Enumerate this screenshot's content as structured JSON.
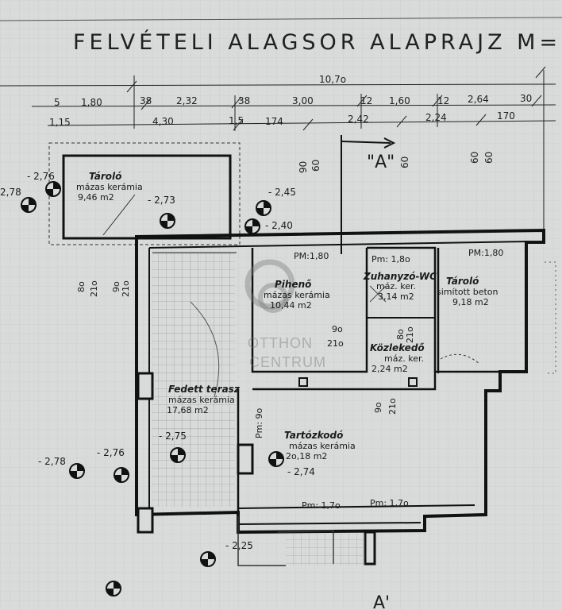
{
  "title": "FELVÉTELI  ALAGSOR  ALAPRAJZ  M=",
  "overall_dimension": "10,7o",
  "top_dimensions": [
    "5",
    "1,80",
    "38",
    "2,32",
    "38",
    "3,00",
    "12",
    "1,60",
    "12",
    "2,64",
    "30"
  ],
  "second_dimensions": [
    "1,15",
    "4,30",
    "1,5",
    "174",
    "2,42",
    "2,24",
    "170"
  ],
  "vertical_dims": [
    "90",
    "60",
    "60",
    "60",
    "60"
  ],
  "section_mark": "\"A\"",
  "section_mark_bottom": "A'",
  "rooms": [
    {
      "name": "Tároló",
      "finish": "mázas kerámia",
      "area": "9,46 m2"
    },
    {
      "name": "Pihenő",
      "finish": "mázas kerámia",
      "area": "10,44 m2"
    },
    {
      "name": "Zuhanyzó-WC",
      "finish": "máz. ker.",
      "area": "3,14 m2"
    },
    {
      "name": "Tároló",
      "finish": "simított  beton",
      "area": "9,18 m2"
    },
    {
      "name": "Közlekedő",
      "finish": "máz. ker.",
      "area": "2,24 m2"
    },
    {
      "name": "Fedett terasz",
      "finish": "mázas kerámia",
      "area": "17,68 m2"
    },
    {
      "name": "Tartózkodó",
      "finish": "mázas kerámia",
      "area": "2o,18 m2"
    }
  ],
  "pm_labels": [
    "PM:1,80",
    "Pm: 1,8o",
    "PM:1,80",
    "Pm: 1,7o",
    "Pm: 1,7o",
    "Pm: 9o"
  ],
  "door_labels": [
    "9o",
    "21o",
    "9o",
    "21o",
    "8o",
    "21o",
    "8o",
    "21o",
    "9o",
    "21o"
  ],
  "levels": [
    "- 2,76",
    "2,78",
    "- 2,73",
    "- 2,45",
    "- 2,40",
    "- 2,75",
    "- 2,76",
    "- 2,78",
    "- 2,74",
    "- 2,25"
  ],
  "watermark": {
    "line1": "OTTHON",
    "line2": "CENTRUM"
  }
}
